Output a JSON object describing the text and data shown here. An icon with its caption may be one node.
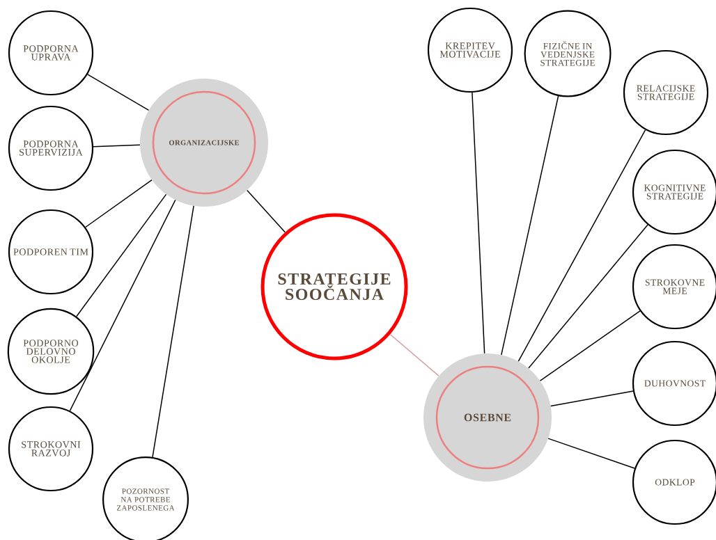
{
  "diagram": {
    "nodes": [
      {
        "text": [
          "STRATEGIJE SOOČANJA"
        ]
      },
      {
        "text": [
          "ORGANIZACIJSKE"
        ]
      },
      {
        "text": [
          "OSEBNE"
        ]
      },
      {
        "text": [
          "PODPORNA UPRAVA"
        ]
      },
      {
        "text": [
          "PODPORNA SUPERVIZIJA"
        ]
      },
      {
        "text": [
          "PODPOREN TIM"
        ]
      },
      {
        "text": [
          "PODPORNO DELOVNO OKOLJE"
        ]
      },
      {
        "text": [
          "STROKOVNI RAZVOJ"
        ]
      },
      {
        "text": [
          "POZORNOST NA POTREBE ZAPOSLENEGA"
        ]
      },
      {
        "text": [
          "KREPITEV MOTIVACIJE"
        ]
      },
      {
        "text": [
          "FIZIČNE IN VEDENJSKE STRATEGIJE"
        ]
      },
      {
        "text": [
          "RELACIJSKE STRATEGIJE"
        ]
      },
      {
        "text": [
          "KOGNITIVNE STRATEGIJE"
        ]
      },
      {
        "text": [
          "STROKOVNE MEJE"
        ]
      },
      {
        "text": [
          "DUHOVNOST"
        ]
      },
      {
        "text": [
          "ODKLOP"
        ]
      }
    ],
    "edges": [
      {
        "from": 0,
        "to": 1,
        "arrow": "none"
      },
      {
        "from": 0,
        "to": 2,
        "arrow": "none",
        "color": "#d4a0a0"
      },
      {
        "from": 1,
        "to": 3,
        "arrow": "none"
      },
      {
        "from": 1,
        "to": 4,
        "arrow": "none"
      },
      {
        "from": 1,
        "to": 5,
        "arrow": "none"
      },
      {
        "from": 1,
        "to": 6,
        "arrow": "none"
      },
      {
        "from": 1,
        "to": 7,
        "arrow": "none"
      },
      {
        "from": 1,
        "to": 8,
        "arrow": "none"
      },
      {
        "from": 2,
        "to": 9,
        "arrow": "none"
      },
      {
        "from": 2,
        "to": 10,
        "arrow": "none"
      },
      {
        "from": 2,
        "to": 11,
        "arrow": "none"
      },
      {
        "from": 2,
        "to": 12,
        "arrow": "none"
      },
      {
        "from": 2,
        "to": 13,
        "arrow": "none"
      },
      {
        "from": 2,
        "to": 14,
        "arrow": "none"
      },
      {
        "from": 2,
        "to": 15,
        "arrow": "none"
      }
    ]
  }
}
